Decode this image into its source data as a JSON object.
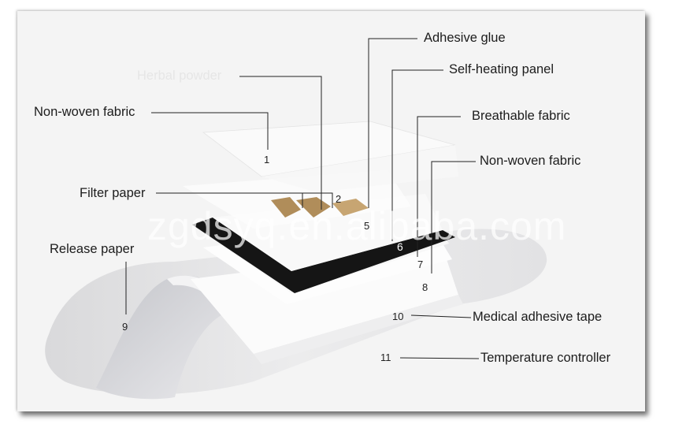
{
  "callouts": {
    "adhesive_glue": "Adhesive glue",
    "herbal_powder": "Herbal powder",
    "self_heating_panel": "Self-heating panel",
    "non_woven_fabric_top": "Non-woven fabric",
    "breathable_fabric": "Breathable fabric",
    "non_woven_fabric_right": "Non-woven fabric",
    "filter_paper": "Filter paper",
    "release_paper": "Release paper",
    "medical_adhesive_tape": "Medical adhesive tape",
    "temperature_controller": "Temperature controller"
  },
  "numbers": {
    "n1": "1",
    "n2": "2",
    "n5": "5",
    "n6": "6",
    "n7": "7",
    "n8": "8",
    "n9": "9",
    "n10": "10",
    "n11": "11"
  },
  "watermark": "zgdsyq.en.alibaba.com",
  "colors": {
    "frame_bg": "#f4f4f4",
    "heating_panel": "#151515",
    "herbal": "#b08d5a",
    "line": "#222222"
  }
}
